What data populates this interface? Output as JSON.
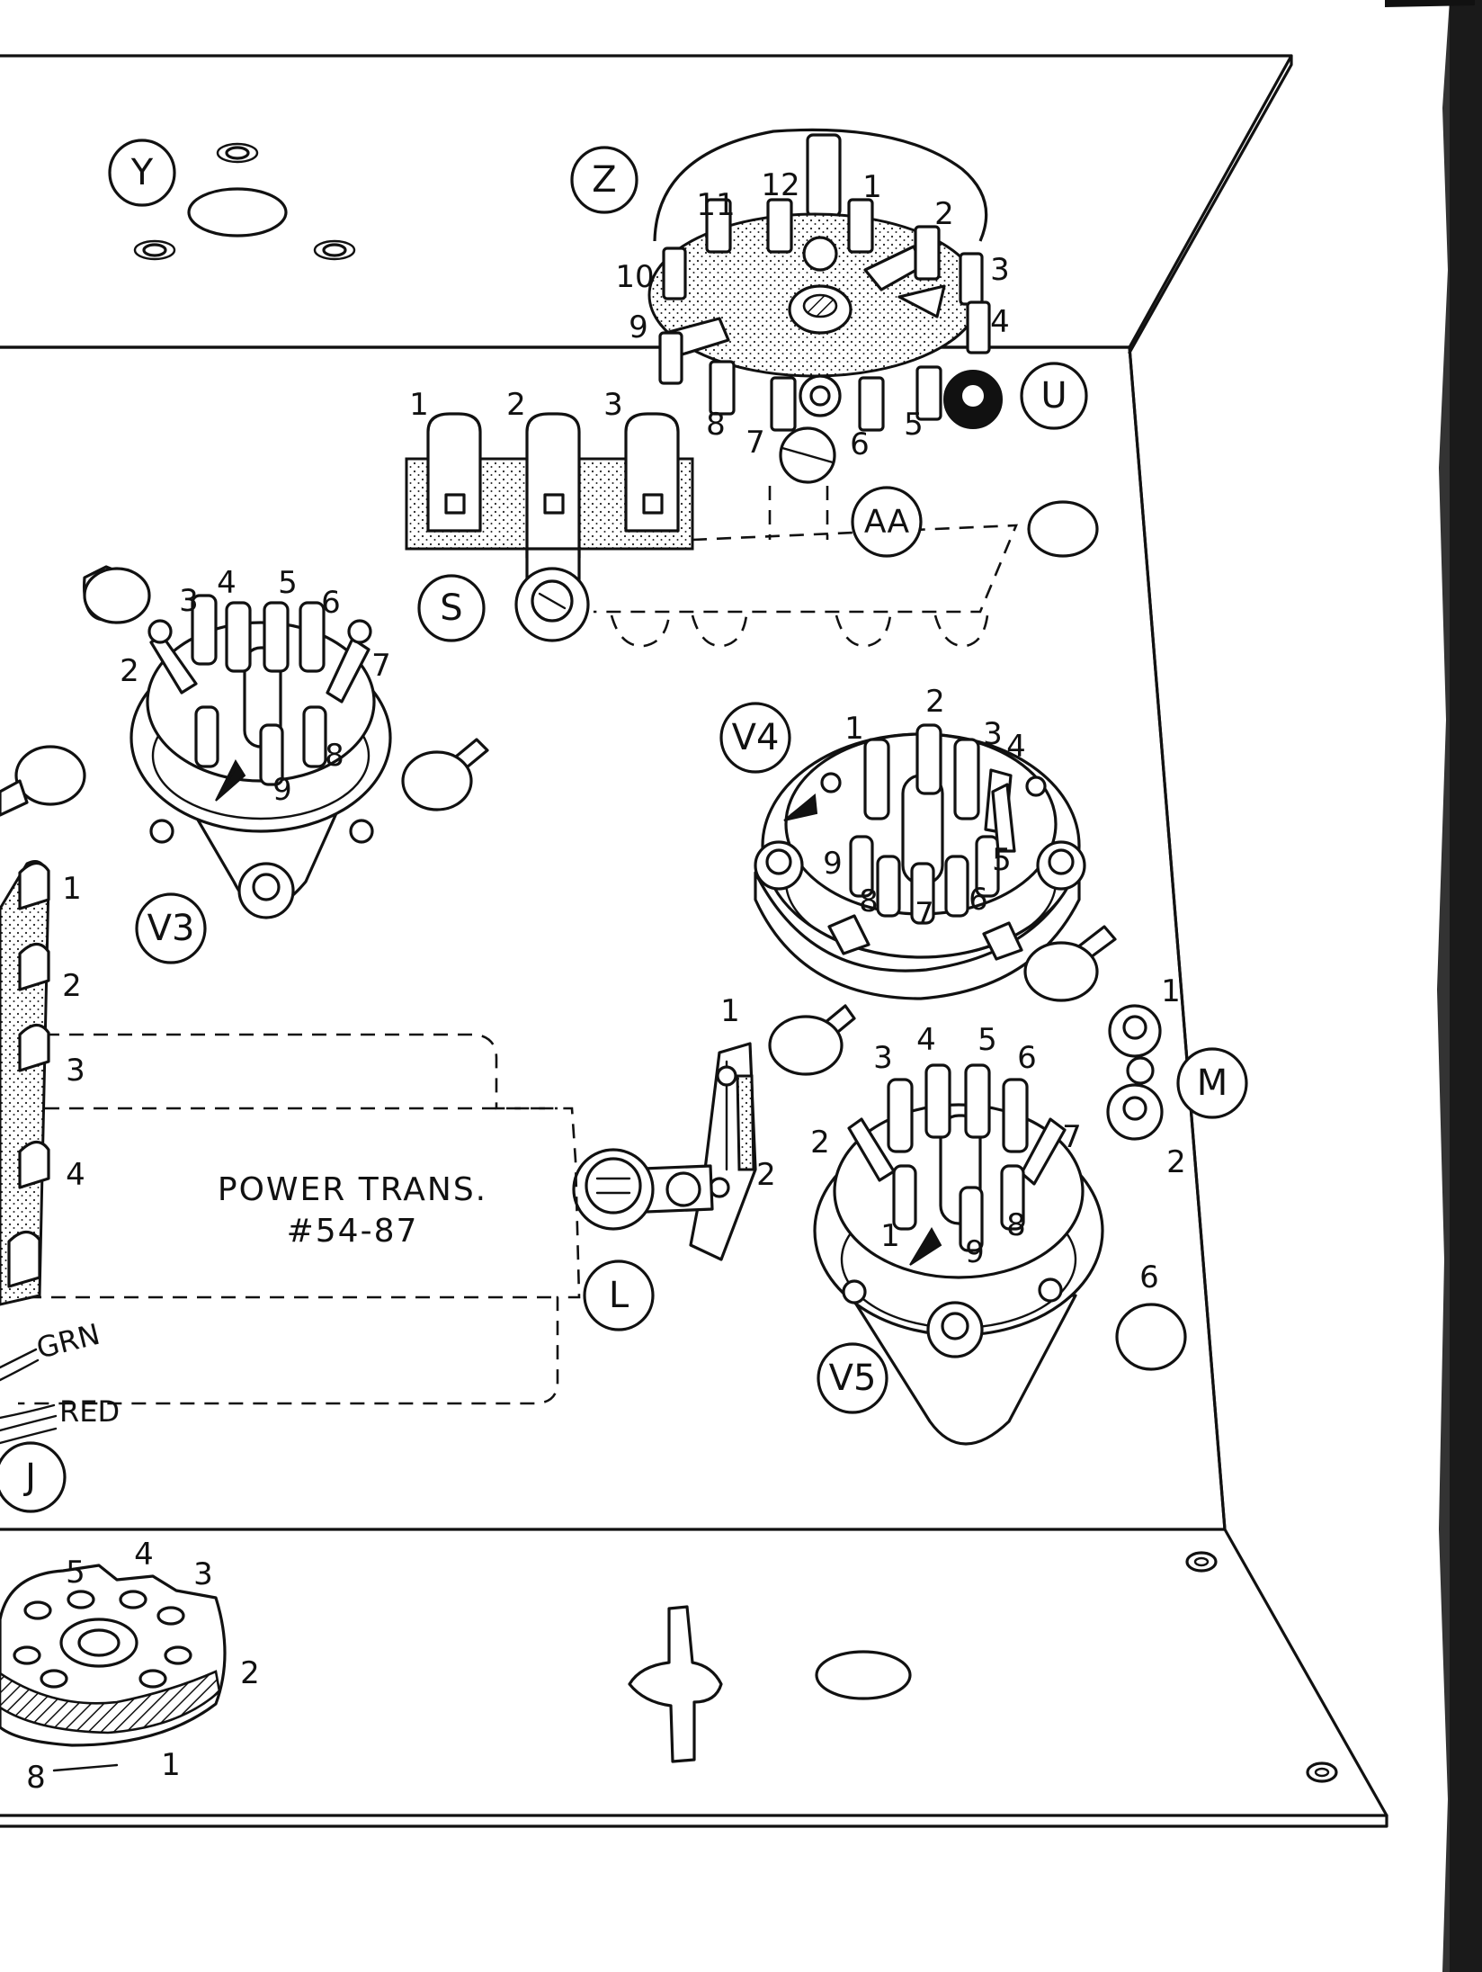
{
  "callouts": {
    "y": "Y",
    "z": "Z",
    "u": "U",
    "aa": "AA",
    "s": "S",
    "v3": "V3",
    "v4": "V4",
    "v5": "V5",
    "m": "M",
    "l": "L",
    "j": "J"
  },
  "transformer": {
    "line1": "POWER TRANS.",
    "line2": "#54-87"
  },
  "wires": {
    "grn": "GRN",
    "red": "RED"
  },
  "switch_z_pins": [
    "1",
    "2",
    "3",
    "4",
    "5",
    "6",
    "7",
    "8",
    "9",
    "10",
    "11",
    "12"
  ],
  "terminal_strip_s_pins": [
    "1",
    "2",
    "3"
  ],
  "socket_v3_pins": [
    "2",
    "3",
    "4",
    "5",
    "6",
    "7",
    "8",
    "9"
  ],
  "socket_v4_pins": [
    "1",
    "2",
    "3",
    "4",
    "5",
    "6",
    "7",
    "8",
    "9"
  ],
  "socket_v5_pins": [
    "1",
    "2",
    "3",
    "4",
    "5",
    "6",
    "7",
    "8",
    "9"
  ],
  "strip_m_pins": [
    "1",
    "2"
  ],
  "lug_l_pins": [
    "1",
    "2"
  ],
  "transformer_leads": [
    "1",
    "2",
    "3",
    "4"
  ],
  "octal_socket_pins": [
    "5",
    "4",
    "3",
    "2",
    "1",
    "8"
  ],
  "stray_mark": "6"
}
